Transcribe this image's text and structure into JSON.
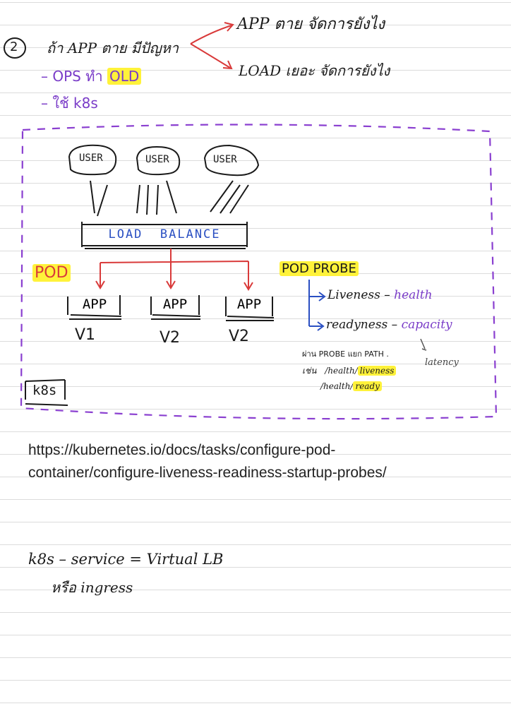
{
  "note": {
    "item_number": "2",
    "heading": "ถ้า APP ตาย มีปัญหา",
    "outcomes": [
      "APP ตาย จัดการยังไง",
      "LOAD เยอะ จัดการยังไง"
    ],
    "bullets": [
      {
        "prefix": "–",
        "text": "OPS ทำ ",
        "highlight": "OLD"
      },
      {
        "prefix": "–",
        "text": "ใช้ k8s",
        "highlight": ""
      }
    ]
  },
  "diagram": {
    "users": [
      "USER",
      "USER",
      "USER"
    ],
    "load_balancer": "LOAD  BALANCE",
    "pod_label": "POD",
    "apps": [
      {
        "label": "APP",
        "version": "V1"
      },
      {
        "label": "APP",
        "version": "V2"
      },
      {
        "label": "APP",
        "version": "V2"
      }
    ],
    "cluster_label": "k8s",
    "probe": {
      "title": "POD PROBE",
      "liveness": {
        "name": "Liveness –",
        "meaning": "health"
      },
      "readiness": {
        "name": "readyness –",
        "meaning": "capacity"
      },
      "latency_note": "latency",
      "path_note": "ผ่าน PROBE แยก PATH .",
      "example_prefix": "เช่น",
      "paths": [
        {
          "base": "/health/",
          "highlight": "liveness"
        },
        {
          "base": "/health/",
          "highlight": "ready"
        }
      ]
    }
  },
  "reference_url": "https://kubernetes.io/docs/tasks/configure-pod-container/configure-liveness-readiness-startup-probes/",
  "footer_lines": [
    "k8s – service = Virtual LB",
    "หรือ ingress"
  ],
  "colors": {
    "ink": "#1a1a1a",
    "red": "#d93a3a",
    "blue": "#2a4fc2",
    "purple": "#7a3cc8",
    "highlight": "#fff23a"
  }
}
